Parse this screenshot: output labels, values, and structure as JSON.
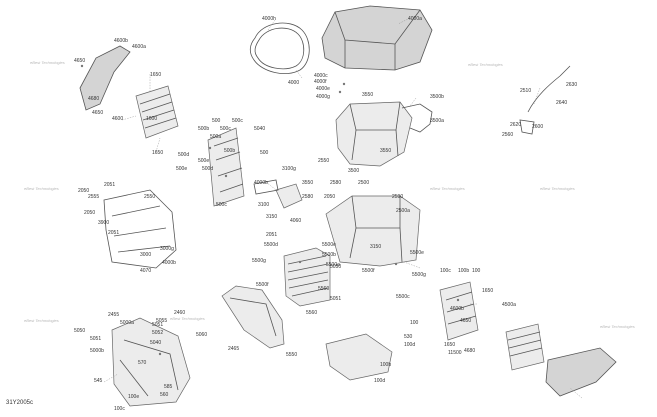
{
  "diagram": {
    "code": "31Y2005c",
    "watermark": "eBest Technologies",
    "labels": [
      "4000h",
      "4000a",
      "4600b",
      "4600a",
      "4650",
      "4680",
      "4650",
      "4600",
      "4000",
      "4000c",
      "4000f",
      "4000e",
      "4000g",
      "1650",
      "1600",
      "1650",
      "3550",
      "3500b",
      "3500a",
      "2510",
      "2630",
      "2640",
      "2620",
      "2560",
      "2600",
      "500",
      "500c",
      "500",
      "500c",
      "5040",
      "500b",
      "500a",
      "500b",
      "500d",
      "500e",
      "3100g",
      "4000b",
      "3150",
      "4060",
      "3100",
      "500e",
      "500d",
      "500c",
      "3550",
      "3500",
      "3550",
      "2550",
      "2580",
      "2580",
      "2500",
      "2590",
      "2500a",
      "2050",
      "2051",
      "2051",
      "2050",
      "2550",
      "2555",
      "2050",
      "3900",
      "2051",
      "3000g",
      "3000",
      "4000b",
      "4070",
      "3150",
      "5500e",
      "5500f",
      "5500g",
      "5500c",
      "5500d",
      "5500e",
      "5500b",
      "5500a",
      "5500f",
      "5500g",
      "5560",
      "5560",
      "5550",
      "5050",
      "5051",
      "5060",
      "2465",
      "2460",
      "2455",
      "5000a",
      "5051",
      "5055",
      "5052",
      "5040",
      "5050",
      "5051",
      "5000b",
      "570",
      "585",
      "560",
      "545",
      "100e",
      "100c",
      "100",
      "530",
      "100d",
      "100b",
      "100d",
      "100c",
      "100b",
      "100",
      "1650",
      "4500a",
      "4600b",
      "4650",
      "1650",
      "11500",
      "4680"
    ]
  }
}
